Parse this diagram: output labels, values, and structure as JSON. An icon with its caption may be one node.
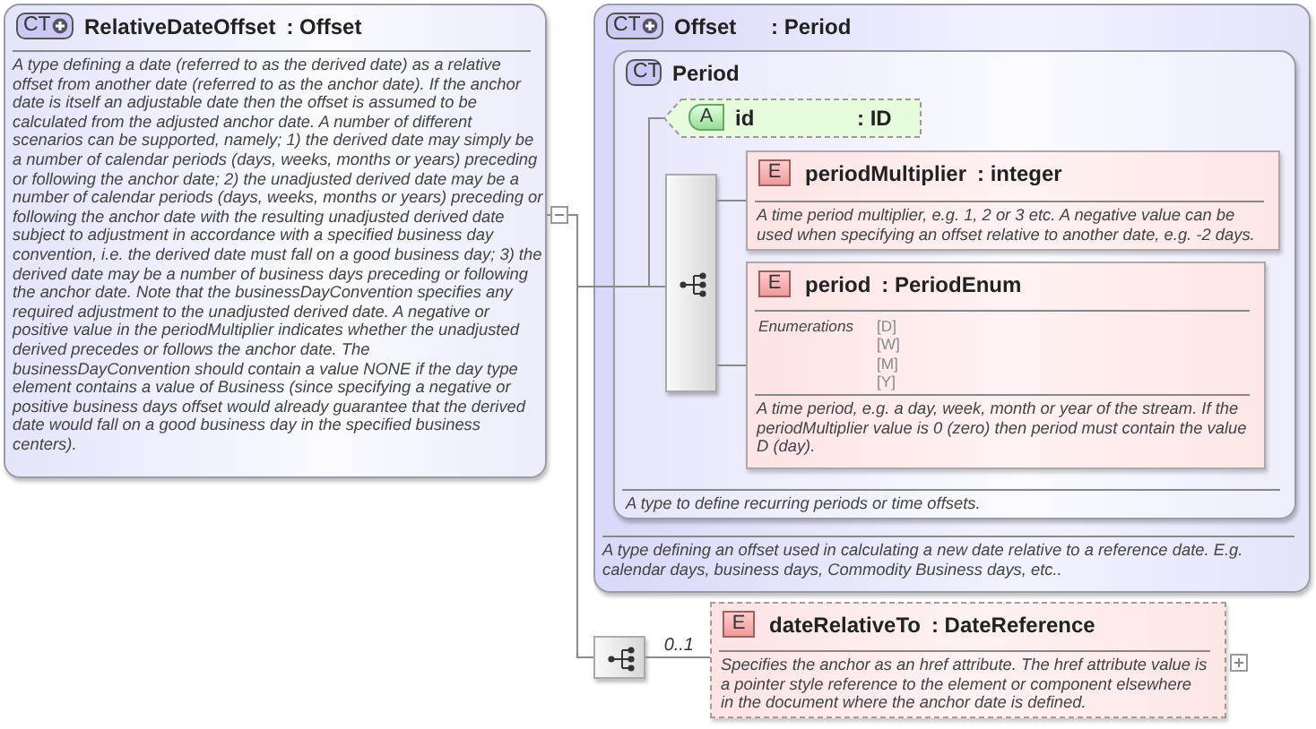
{
  "diagram": {
    "nodes": [
      {
        "text": [
          "CT",
          "RelativeDateOffset",
          ": Offset",
          "A type defining a date (referred to as the derived date) as a relative offset from another date (referred to as the anchor date). If the anchor date is itself an adjustable date then the offset is assumed to be calculated from the adjusted anchor date. A number of different scenarios can be supported, namely; 1) the derived date may simply be a number of calendar periods (days, weeks, months or years) preceding or following the anchor date; 2) the unadjusted derived date may be a number of calendar periods (days, weeks, months or years) preceding or following the anchor date with the resulting unadjusted derived date subject to adjustment in accordance with a specified business day convention, i.e. the derived date must fall on a good business day; 3) the derived date may be a number of business days preceding or following the anchor date. Note that the businessDayConvention specifies any required adjustment to the unadjusted derived date. A negative or positive value in the periodMultiplier indicates whether the unadjusted derived precedes or follows the anchor date. The businessDayConvention should contain a value NONE if the day type element contains a value of Business (since specifying a negative or positive business days offset would already guarantee that the derived date would fall on a good business day in the specified business centers)."
        ]
      },
      {
        "text": [
          "CT",
          "Offset",
          ": Period",
          "A type defining an offset used in calculating a new date relative to a reference date. E.g. calendar days, business days, Commodity Business days, etc.."
        ]
      },
      {
        "text": [
          "CT",
          "Period",
          "A type to define recurring periods or time offsets."
        ],
        "in": 1
      },
      {
        "text": [
          "A",
          "id",
          ": ID"
        ],
        "in": 2
      },
      {
        "text": [],
        "shape": "box",
        "in": 2
      },
      {
        "text": [
          "E",
          "periodMultiplier",
          ": integer",
          "A time period multiplier, e.g. 1, 2 or 3 etc. A negative value can be used when specifying an offset relative to another date, e.g. -2 days."
        ],
        "in": 2
      },
      {
        "text": [
          "E",
          "period",
          ": PeriodEnum",
          "Enumerations",
          "[D]",
          "[W]",
          "[M]",
          "[Y]",
          "A time period, e.g. a day, week, month or year of the stream. If the periodMultiplier value is 0 (zero) then period must contain the value D (day)."
        ],
        "in": 2
      },
      {
        "text": [],
        "shape": "box"
      },
      {
        "text": [
          "E",
          "dateRelativeTo",
          ": DateReference",
          "Specifies the anchor as an href attribute. The href attribute value is a pointer style reference to the element or component elsewhere in the document where the anchor date is defined."
        ],
        "beside": [
          "0..1"
        ]
      }
    ],
    "edges": [
      {
        "from": 0,
        "to": 3,
        "arrow": "none"
      },
      {
        "from": 0,
        "to": 4,
        "arrow": "none"
      },
      {
        "from": 0,
        "to": 7,
        "arrow": "none"
      },
      {
        "from": 4,
        "to": 5,
        "arrow": "none"
      },
      {
        "from": 4,
        "to": 6,
        "arrow": "none"
      },
      {
        "from": 7,
        "to": 8,
        "arrow": "none"
      }
    ]
  }
}
